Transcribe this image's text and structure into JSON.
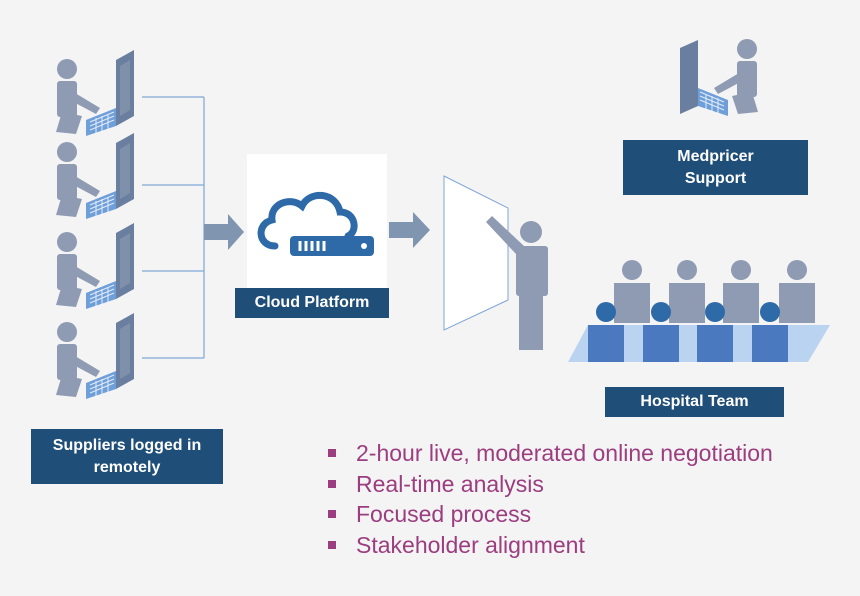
{
  "labels": {
    "suppliers_line1": "Suppliers logged in",
    "suppliers_line2": "remotely",
    "cloud_platform": "Cloud Platform",
    "support_line1": "Medpricer",
    "support_line2": "Support",
    "hospital_team": "Hospital Team"
  },
  "bullets": [
    "2-hour live, moderated online negotiation",
    "Real-time analysis",
    "Focused process",
    "Stakeholder alignment"
  ],
  "colors": {
    "background": "#f4f4f5",
    "label_box": "#1f4e79",
    "person": "#8e9bb3",
    "laptop": "#6f9fd8",
    "cloud": "#2e6aa8",
    "arrow": "#8095b0",
    "bullet_text": "#9b3d7f",
    "table": "#4a79c0"
  },
  "icons": [
    "person-at-laptop-icon",
    "cloud-server-icon",
    "presentation-screen-icon",
    "presenter-icon",
    "meeting-table-icon"
  ]
}
